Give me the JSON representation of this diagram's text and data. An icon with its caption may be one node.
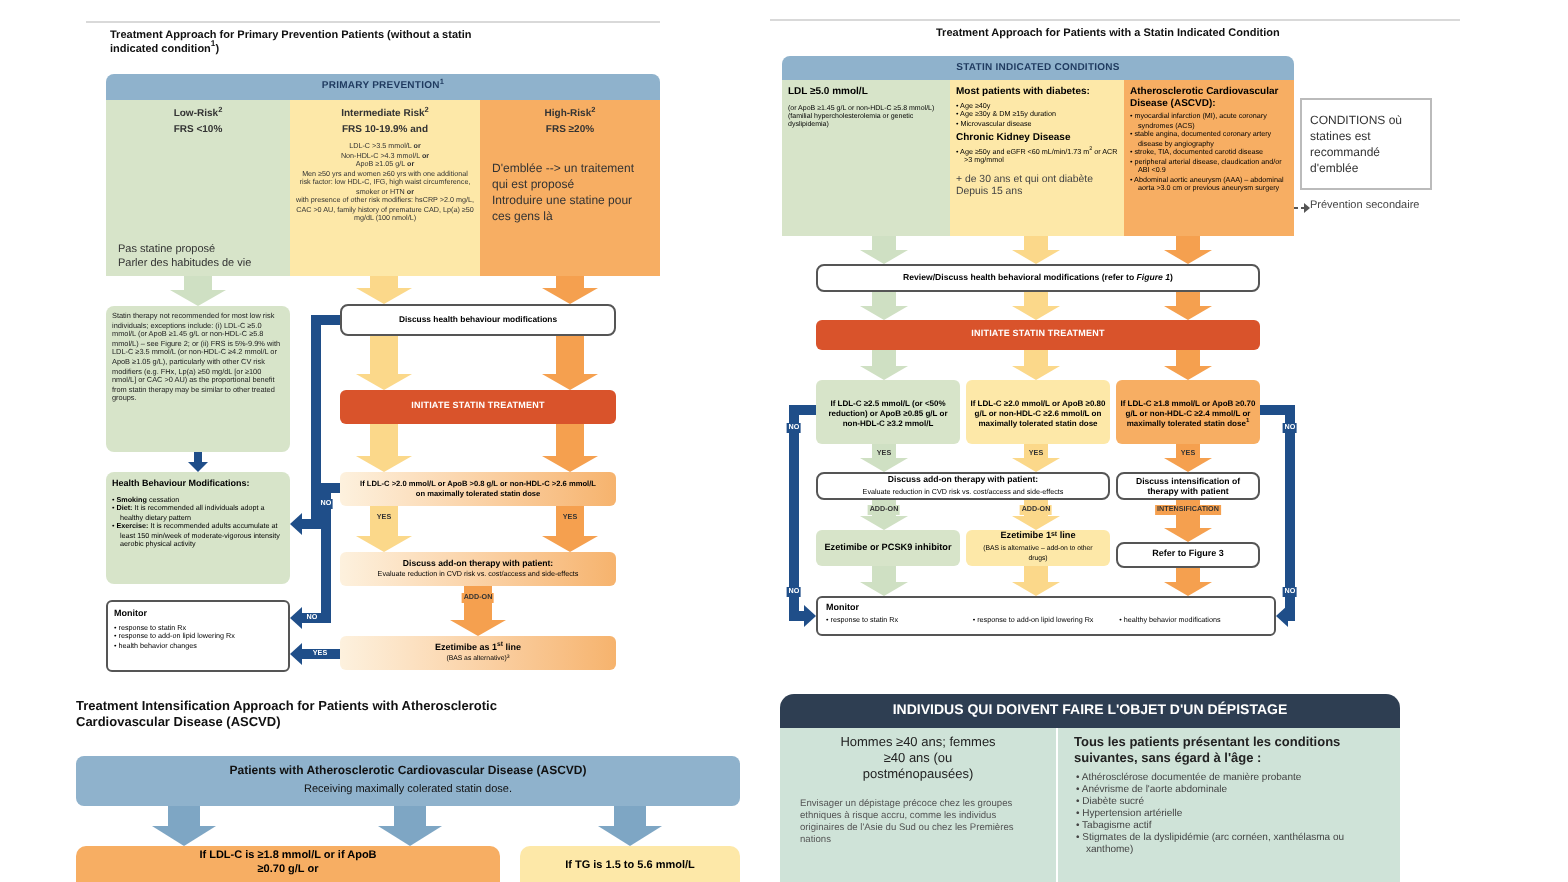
{
  "diagram": {
    "nodes": [
      {
        "text": [
          "PRIMARY PREVENTION$^{1}$"
        ]
      },
      {
        "text": [
          "Low-Risk$^{2}$",
          "FRS <10%",
          "Pas statine proposé",
          "Parler des habitudes de vie"
        ]
      },
      {
        "text": [
          "Intermediate Risk$^{2}$",
          "FRS 10-19.9% and",
          "LDL-C >3.5 mmol/L **or**",
          "Non-HDL-C >4.3 mmol/L **or**",
          "ApoB ≥1.05 g/L **or**",
          "Men ≥50 yrs and women ≥60 yrs with one additional risk factor: low HDL-C, IFG, high waist circumference, smoker or HTN **or**",
          "with presence of other risk modifiers: hsCRP >2.0 mg/L, CAC >0 AU, family history of premature CAD, Lp(a) ≥50 mg/dL (100 nmol/L)"
        ]
      },
      {
        "text": [
          "High-Risk$^{2}$",
          "FRS ≥20%",
          "D'emblée --> un traitement qui est proposé",
          "Introduire une statine pour ces gens là"
        ]
      },
      {
        "text": [
          "Statin therapy not recommended for most low risk individuals; exceptions include: (i) LDL-C ≥5.0 mmol/L (or ApoB ≥1.45 g/L or non-HDL-C ≥5.8 mmol/L) – see Figure 2; or (ii) FRS is 5%-9.9% with LDL-C ≥3.5 mmol/L (or non-HDL-C ≥4.2 mmol/L or ApoB ≥1.05 g/L), particularly with other CV risk modifiers (e.g. FHx, Lp(a) ≥50 mg/dL [or ≥100 nmol/L] or CAC >0 AU) as the proportional benefit from statin therapy may be similar to other treated groups."
        ]
      },
      {
        "text": [
          "Health Behaviour Modifications:",
          "• **Smoking** cessation",
          "• **Diet:** It is recommended all individuals adopt a healthy dietary pattern",
          "• **Exercise:** It is recommended adults accumulate at least 150 min/week of moderate-vigorous intensity aerobic physical activity"
        ]
      },
      {
        "text": [
          "Monitor",
          "• response to statin Rx",
          "• response to add-on lipid lowering Rx",
          "• health behavior changes"
        ]
      },
      {
        "text": [
          "Discuss health behaviour modifications"
        ]
      },
      {
        "text": [
          "INITIATE STATIN TREATMENT"
        ]
      },
      {
        "text": [
          "If LDL-C >2.0 mmol/L or ApoB >0.8 g/L or non-HDL-C >2.6 mmol/L on maximally tolerated statin dose"
        ]
      },
      {
        "text": [
          "Discuss add-on therapy with patient:",
          "Evaluate reduction in CVD risk vs. cost/access and side-effects"
        ]
      },
      {
        "text": [
          "Ezetimibe as 1$^{st}$ line",
          "(BAS as alternative)$^{3}$"
        ]
      },
      {
        "text": [
          "STATIN INDICATED CONDITIONS"
        ]
      },
      {
        "text": [
          "LDL ≥5.0 mmol/L",
          "(or ApoB ≥1.45 g/L or non-HDL-C ≥5.8 mmol/L) (familial hypercholesterolemia or genetic dyslipidemia)"
        ]
      },
      {
        "text": [
          "Most patients with diabetes:",
          "• Age ≥40y",
          "• Age ≥30y & DM ≥15y duration",
          "• Microvascular disease",
          "Chronic Kidney Disease",
          "• Age ≥50y and eGFR <60 mL/min/1.73 m$^{2}$ or ACR >3 mg/mmol",
          "+ de 30 ans et qui ont diabète",
          "Depuis 15 ans"
        ]
      },
      {
        "text": [
          "Atherosclerotic Cardiovascular Disease (ASCVD):",
          "• myocardial infarction (MI), acute coronary syndromes (ACS)",
          "• stable angina, documented coronary artery disease by angiography",
          "• stroke, TIA, documented carotid disease",
          "• peripheral arterial disease, claudication and/or ABI <0.9",
          "• Abdominal aortic aneurysm (AAA) – abdominal aorta >3.0 cm or previous aneurysm surgery"
        ]
      },
      {
        "text": [
          "CONDITIONS où statines est recommandé d'emblée"
        ]
      },
      {
        "text": [
          "Prévention secondaire"
        ]
      },
      {
        "text": [
          "Review/Discuss health behavioral modifications (refer to *Figure 1*)"
        ]
      },
      {
        "text": [
          "INITIATE STATIN TREATMENT"
        ]
      },
      {
        "text": [
          "If LDL-C ≥2.5 mmol/L (or <50% reduction) or ApoB ≥0.85 g/L or non-HDL-C ≥3.2 mmol/L"
        ]
      },
      {
        "text": [
          "If LDL-C ≥2.0 mmol/L or ApoB ≥0.80 g/L or non-HDL-C ≥2.6 mmol/L on maximally tolerated statin dose"
        ]
      },
      {
        "text": [
          "If LDL-C ≥1.8 mmol/L or ApoB ≥0.70 g/L or non-HDL-C ≥2.4 mmol/L or maximally tolerated statin dose$^{1}$"
        ]
      },
      {
        "text": [
          "Discuss add-on therapy with patient:",
          "Evaluate reduction in CVD risk vs. cost/access and side-effects"
        ]
      },
      {
        "text": [
          "Discuss intensification of therapy with patient"
        ]
      },
      {
        "text": [
          "Ezetimibe or PCSK9 inhibitor"
        ]
      },
      {
        "text": [
          "Ezetimibe 1$^{st}$ line",
          "(BAS is alternative – add-on to other drugs)"
        ]
      },
      {
        "text": [
          "Refer to Figure 3"
        ]
      },
      {
        "text": [
          "Monitor",
          "• response to statin Rx",
          "• response to add-on lipid lowering Rx",
          "• healthy behavior modifications"
        ]
      },
      {
        "text": [
          "Patients with Atherosclerotic Cardiovascular Disease (ASCVD)",
          "Receiving maximally colerated statin dose."
        ]
      },
      {
        "text": [
          "If LDL-C is ≥1.8 mmol/L or if ApoB ≥0.70 g/L or"
        ]
      },
      {
        "text": [
          "If TG is 1.5 to 5.6 mmol/L"
        ]
      },
      {
        "text": [
          "INDIVIDUS QUI DOIVENT FAIRE L'OBJET D'UN DÉPISTAGE"
        ]
      },
      {
        "text": [
          "Hommes ≥40 ans; femmes ≥40 ans (ou postménopausées)",
          "Envisager un dépistage précoce chez les groupes ethniques à risque accru, comme les individus originaires de l'Asie du Sud ou chez les Premières nations"
        ]
      },
      {
        "text": [
          "Tous les patients présentant les conditions suivantes, sans égard à l'âge :",
          "• Athérosclérose documentée de manière probante",
          "• Anévrisme de l'aorte abdominale",
          "• Diabète sucré",
          "• Hypertension artérielle",
          "• Tabagisme actif",
          "• Stigmates de la dyslipidémie (arc cornéen, xanthélasma ou xanthome)"
        ]
      }
    ],
    "edges": [
      {
        "from": 1,
        "to": 4,
        "arrow": "to",
        "color": "#cfe0c3"
      },
      {
        "from": 4,
        "to": 5,
        "arrow": "to",
        "color": "#1f4e89"
      },
      {
        "from": 2,
        "to": 7,
        "arrow": "to",
        "color": "#fbd88a"
      },
      {
        "from": 3,
        "to": 7,
        "arrow": "to",
        "color": "#f5a04f"
      },
      {
        "from": 7,
        "to": 8,
        "arrow": "to",
        "color": "#fbd88a"
      },
      {
        "from": 7,
        "to": 8,
        "arrow": "to",
        "color": "#f5a04f"
      },
      {
        "from": 8,
        "to": 9,
        "arrow": "to",
        "color": "#fbd88a"
      },
      {
        "from": 8,
        "to": 9,
        "arrow": "to",
        "color": "#f5a04f"
      },
      {
        "from": 9,
        "to": 10,
        "arrow": "to",
        "label": "YES",
        "color": "#fbd88a"
      },
      {
        "from": 9,
        "to": 10,
        "arrow": "to",
        "label": "YES",
        "color": "#f5a04f"
      },
      {
        "from": 10,
        "to": 11,
        "arrow": "to",
        "label": "ADD-ON",
        "color": "#f5a04f"
      },
      {
        "from": 7,
        "to": 5,
        "arrow": "to",
        "color": "#1f4e89"
      },
      {
        "from": 9,
        "to": 6,
        "arrow": "to",
        "label": "NO",
        "color": "#1f4e89"
      },
      {
        "from": 11,
        "to": 6,
        "arrow": "to",
        "label": "YES",
        "color": "#1f4e89"
      },
      {
        "from": 13,
        "to": 18,
        "arrow": "to",
        "color": "#cfe0c3"
      },
      {
        "from": 14,
        "to": 18,
        "arrow": "to",
        "color": "#fbd88a"
      },
      {
        "from": 15,
        "to": 18,
        "arrow": "to",
        "color": "#f5a04f"
      },
      {
        "from": 18,
        "to": 19,
        "arrow": "to",
        "color": "#cfe0c3"
      },
      {
        "from": 18,
        "to": 19,
        "arrow": "to",
        "color": "#fbd88a"
      },
      {
        "from": 18,
        "to": 19,
        "arrow": "to",
        "color": "#f5a04f"
      },
      {
        "from": 19,
        "to": 20,
        "arrow": "to",
        "color": "#cfe0c3"
      },
      {
        "from": 19,
        "to": 21,
        "arrow": "to",
        "color": "#fbd88a"
      },
      {
        "from": 19,
        "to": 22,
        "arrow": "to",
        "color": "#f5a04f"
      },
      {
        "from": 20,
        "to": 23,
        "arrow": "to",
        "label": "YES",
        "color": "#cfe0c3"
      },
      {
        "from": 21,
        "to": 23,
        "arrow": "to",
        "label": "YES",
        "color": "#fbd88a"
      },
      {
        "from": 22,
        "to": 24,
        "arrow": "to",
        "label": "YES",
        "color": "#f5a04f"
      },
      {
        "from": 23,
        "to": 25,
        "arrow": "to",
        "label": "ADD-ON",
        "color": "#cfe0c3"
      },
      {
        "from": 23,
        "to": 26,
        "arrow": "to",
        "label": "ADD-ON",
        "color": "#fbd88a"
      },
      {
        "from": 24,
        "to": 27,
        "arrow": "to",
        "label": "INTENSIFICATION",
        "color": "#f5a04f"
      },
      {
        "from": 25,
        "to": 28,
        "arrow": "to",
        "color": "#cfe0c3"
      },
      {
        "from": 26,
        "to": 28,
        "arrow": "to",
        "color": "#fbd88a"
      },
      {
        "from": 27,
        "to": 28,
        "arrow": "to",
        "color": "#f5a04f"
      },
      {
        "from": 20,
        "to": 28,
        "arrow": "to",
        "label": "NO",
        "color": "#1f4e89"
      },
      {
        "from": 22,
        "to": 28,
        "arrow": "to",
        "label": "NO",
        "color": "#1f4e89"
      },
      {
        "from": 15,
        "to": 17,
        "arrow": "to",
        "style": "dashed",
        "color": "#555555"
      },
      {
        "from": 29,
        "to": 30,
        "arrow": "to",
        "color": "#7ea6c4"
      },
      {
        "from": 29,
        "to": 30,
        "arrow": "to",
        "color": "#7ea6c4"
      },
      {
        "from": 29,
        "to": 31,
        "arrow": "to",
        "color": "#7ea6c4"
      }
    ],
    "labels": [
      "Treatment Approach for Primary Prevention Patients (without a statin indicated condition$^{1}$)",
      "Treatment Approach for Patients with a Statin Indicated Condition",
      "NO",
      "NO",
      "NO",
      "Treatment Intensification Approach for Patients with Atherosclerotic Cardiovascular Disease (ASCVD)"
    ]
  }
}
